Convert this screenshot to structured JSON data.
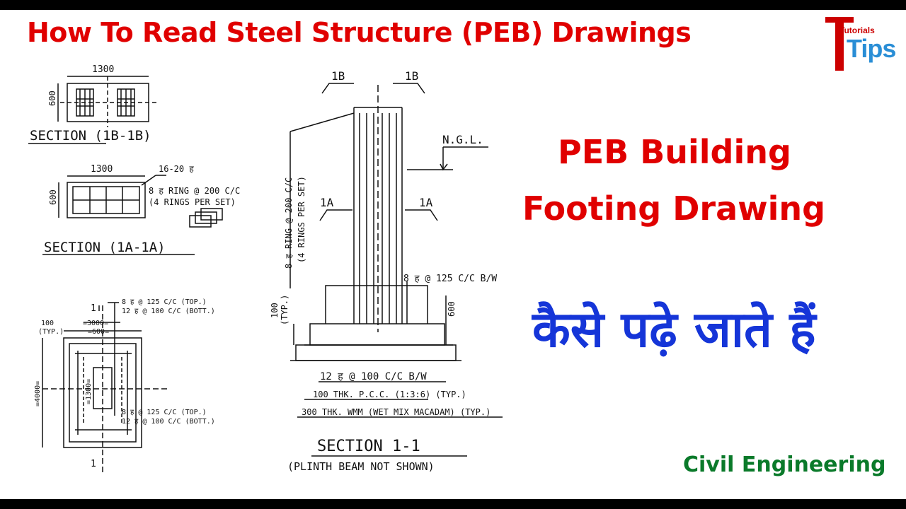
{
  "title": "How To Read Steel Structure (PEB) Drawings",
  "logo": {
    "word": "Tutorials",
    "tips": "Tips"
  },
  "headline": {
    "line1": "PEB Building",
    "line2": "Footing Drawing"
  },
  "hindi_text": "कैसे पढ़े जाते हैं",
  "footer_label": "Civil Engineering",
  "section_1b": {
    "title": "SECTION (1B-1B)",
    "width": "1300",
    "depth": "600"
  },
  "section_1a": {
    "title": "SECTION (1A-1A)",
    "width": "1300",
    "depth": "600",
    "bars": "16-20 ह",
    "ring": "8 ह RING @ 200 C/C",
    "rings_set": "(4 RINGS PER SET)"
  },
  "plan": {
    "top_note1": "8 ह @ 125 C/C (TOP.)",
    "top_note2": "12 ह @ 100 C/C (BOTT.)",
    "bottom_note1": "8 ह @ 125 C/C (TOP.)",
    "bottom_note2": "12 ह @ 100 C/C (BOTT.)",
    "offset": "100",
    "offset_typ": "(TYP.)",
    "dim_3000": "=3000=",
    "dim_600": "=600=",
    "dim_4000": "=4000=",
    "dim_1300": "=1300=",
    "marker": "1"
  },
  "section_11": {
    "marker_1b": "1B",
    "marker_1a": "1A",
    "ngl": "N.G.L.",
    "ring_vertical1": "8 ह RING @ 200 C/C",
    "ring_vertical2": "(4 RINGS PER SET)",
    "bw_top": "8 ह @ 125 C/C B/W",
    "bw_bottom": "12 ह @ 100 C/C B/W",
    "pcc": "100 THK. P.C.C. (1:3:6) (TYP.)",
    "wmm": "300 THK. WMM (WET MIX MACADAM) (TYP.)",
    "dim_600": "600",
    "dim_100": "100",
    "dim_typ": "(TYP.)",
    "title": "SECTION 1-1",
    "subtitle": "(PLINTH BEAM NOT SHOWN)"
  }
}
